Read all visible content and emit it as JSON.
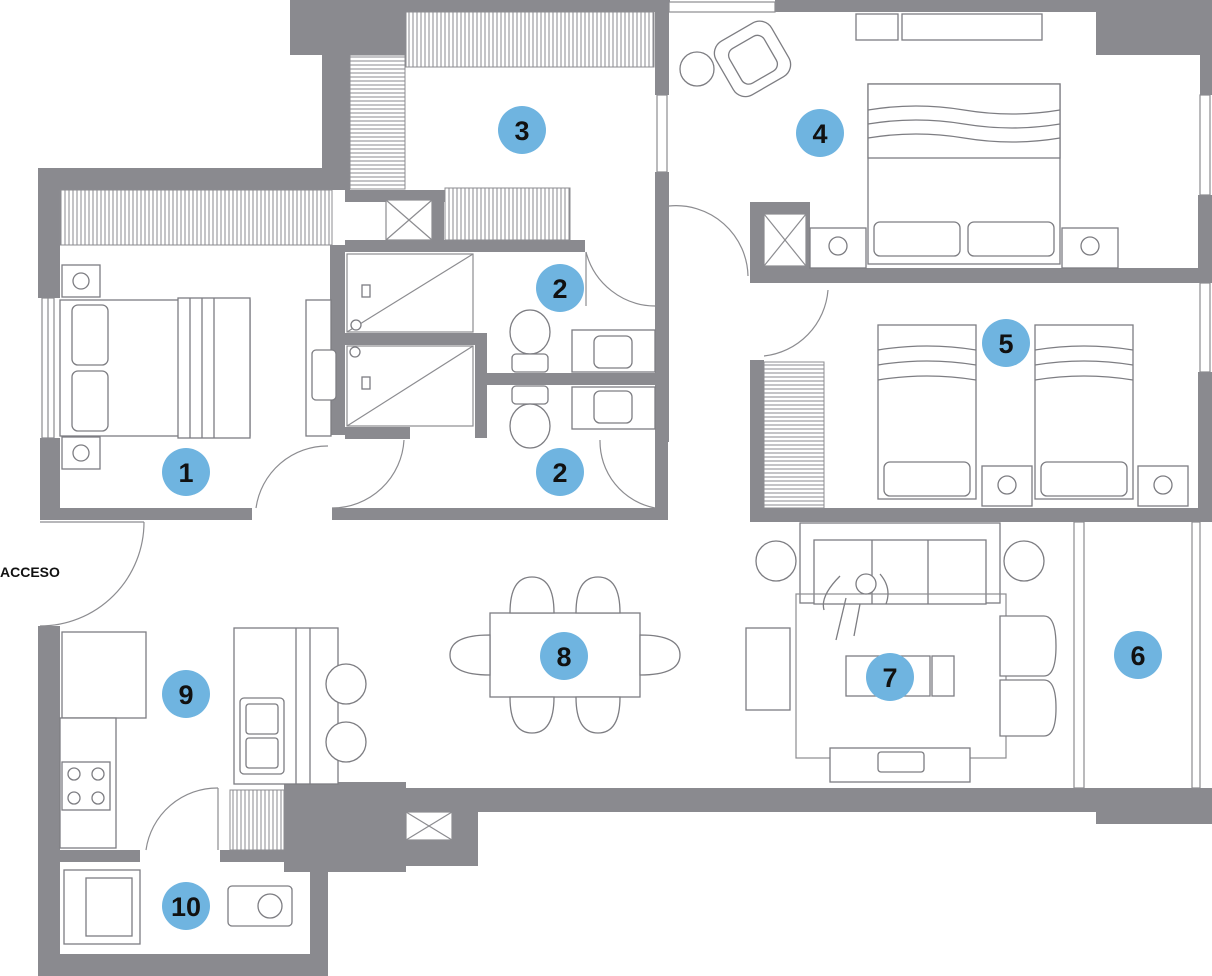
{
  "colors": {
    "wall": "#8a8a8f",
    "badge": "#6fb4e0",
    "label": "#111111",
    "background": "#ffffff"
  },
  "access_label": "ACCESO",
  "rooms": [
    {
      "id": "1",
      "label": "1"
    },
    {
      "id": "2a",
      "label": "2"
    },
    {
      "id": "2b",
      "label": "2"
    },
    {
      "id": "3",
      "label": "3"
    },
    {
      "id": "4",
      "label": "4"
    },
    {
      "id": "5",
      "label": "5"
    },
    {
      "id": "6",
      "label": "6"
    },
    {
      "id": "7",
      "label": "7"
    },
    {
      "id": "8",
      "label": "8"
    },
    {
      "id": "9",
      "label": "9"
    },
    {
      "id": "10",
      "label": "10"
    }
  ],
  "icons": [
    "bed-icon",
    "nightstand-icon",
    "toilet-icon",
    "sink-icon",
    "shower-icon",
    "armchair-icon",
    "sofa-icon",
    "tv-icon",
    "dining-table-icon",
    "stove-icon",
    "washer-icon",
    "person-icon"
  ]
}
